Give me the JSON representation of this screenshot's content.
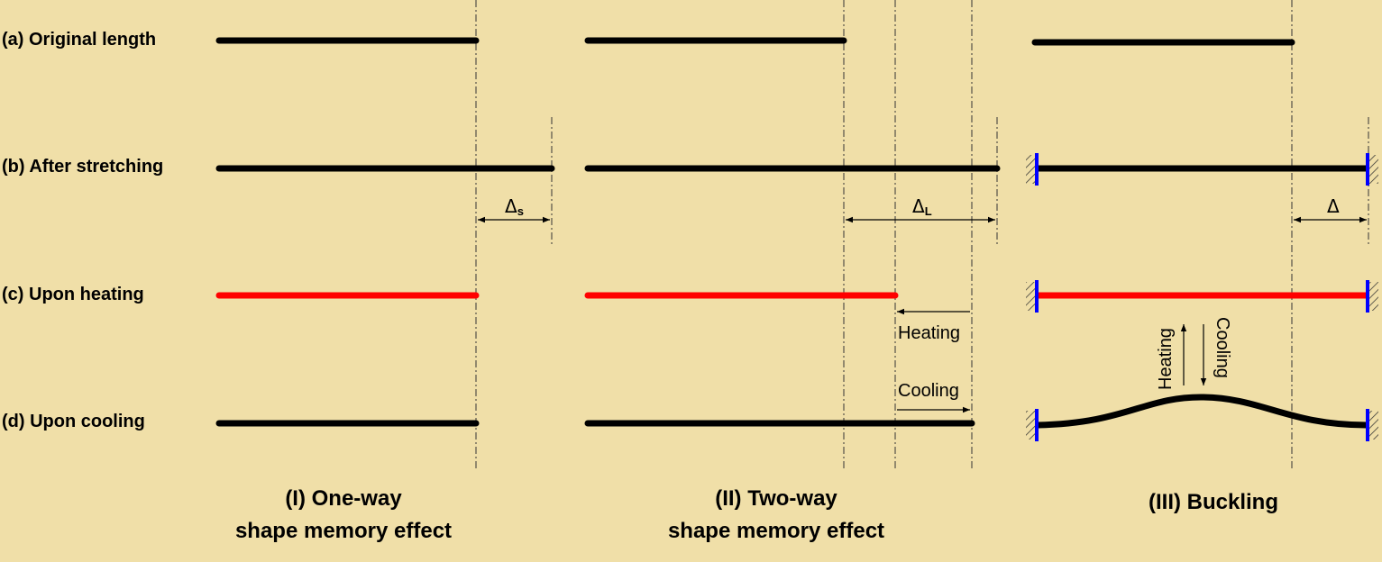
{
  "rows": {
    "a": "(a) Original length",
    "b": "(b) After stretching",
    "c": "(c) Upon heating",
    "d": "(d) Upon cooling"
  },
  "panels": {
    "one_way": {
      "line1": "(I) One-way",
      "line2": "shape memory effect"
    },
    "two_way": {
      "line1": "(II) Two-way",
      "line2": "shape memory effect"
    },
    "buckling": {
      "line1": "(III) Buckling"
    }
  },
  "dimensions": {
    "delta_s_main": "Δ",
    "delta_s_sub": "s",
    "delta_l_main": "Δ",
    "delta_l_sub": "L",
    "delta": "Δ"
  },
  "annotations": {
    "heating": "Heating",
    "cooling": "Cooling",
    "heating_vertical": "Heating",
    "cooling_vertical": "Cooling"
  },
  "colors": {
    "background": "#f0dfa8",
    "cold_bar": "#000000",
    "heated_bar": "#ff0000",
    "clamp": "#0000ff"
  }
}
